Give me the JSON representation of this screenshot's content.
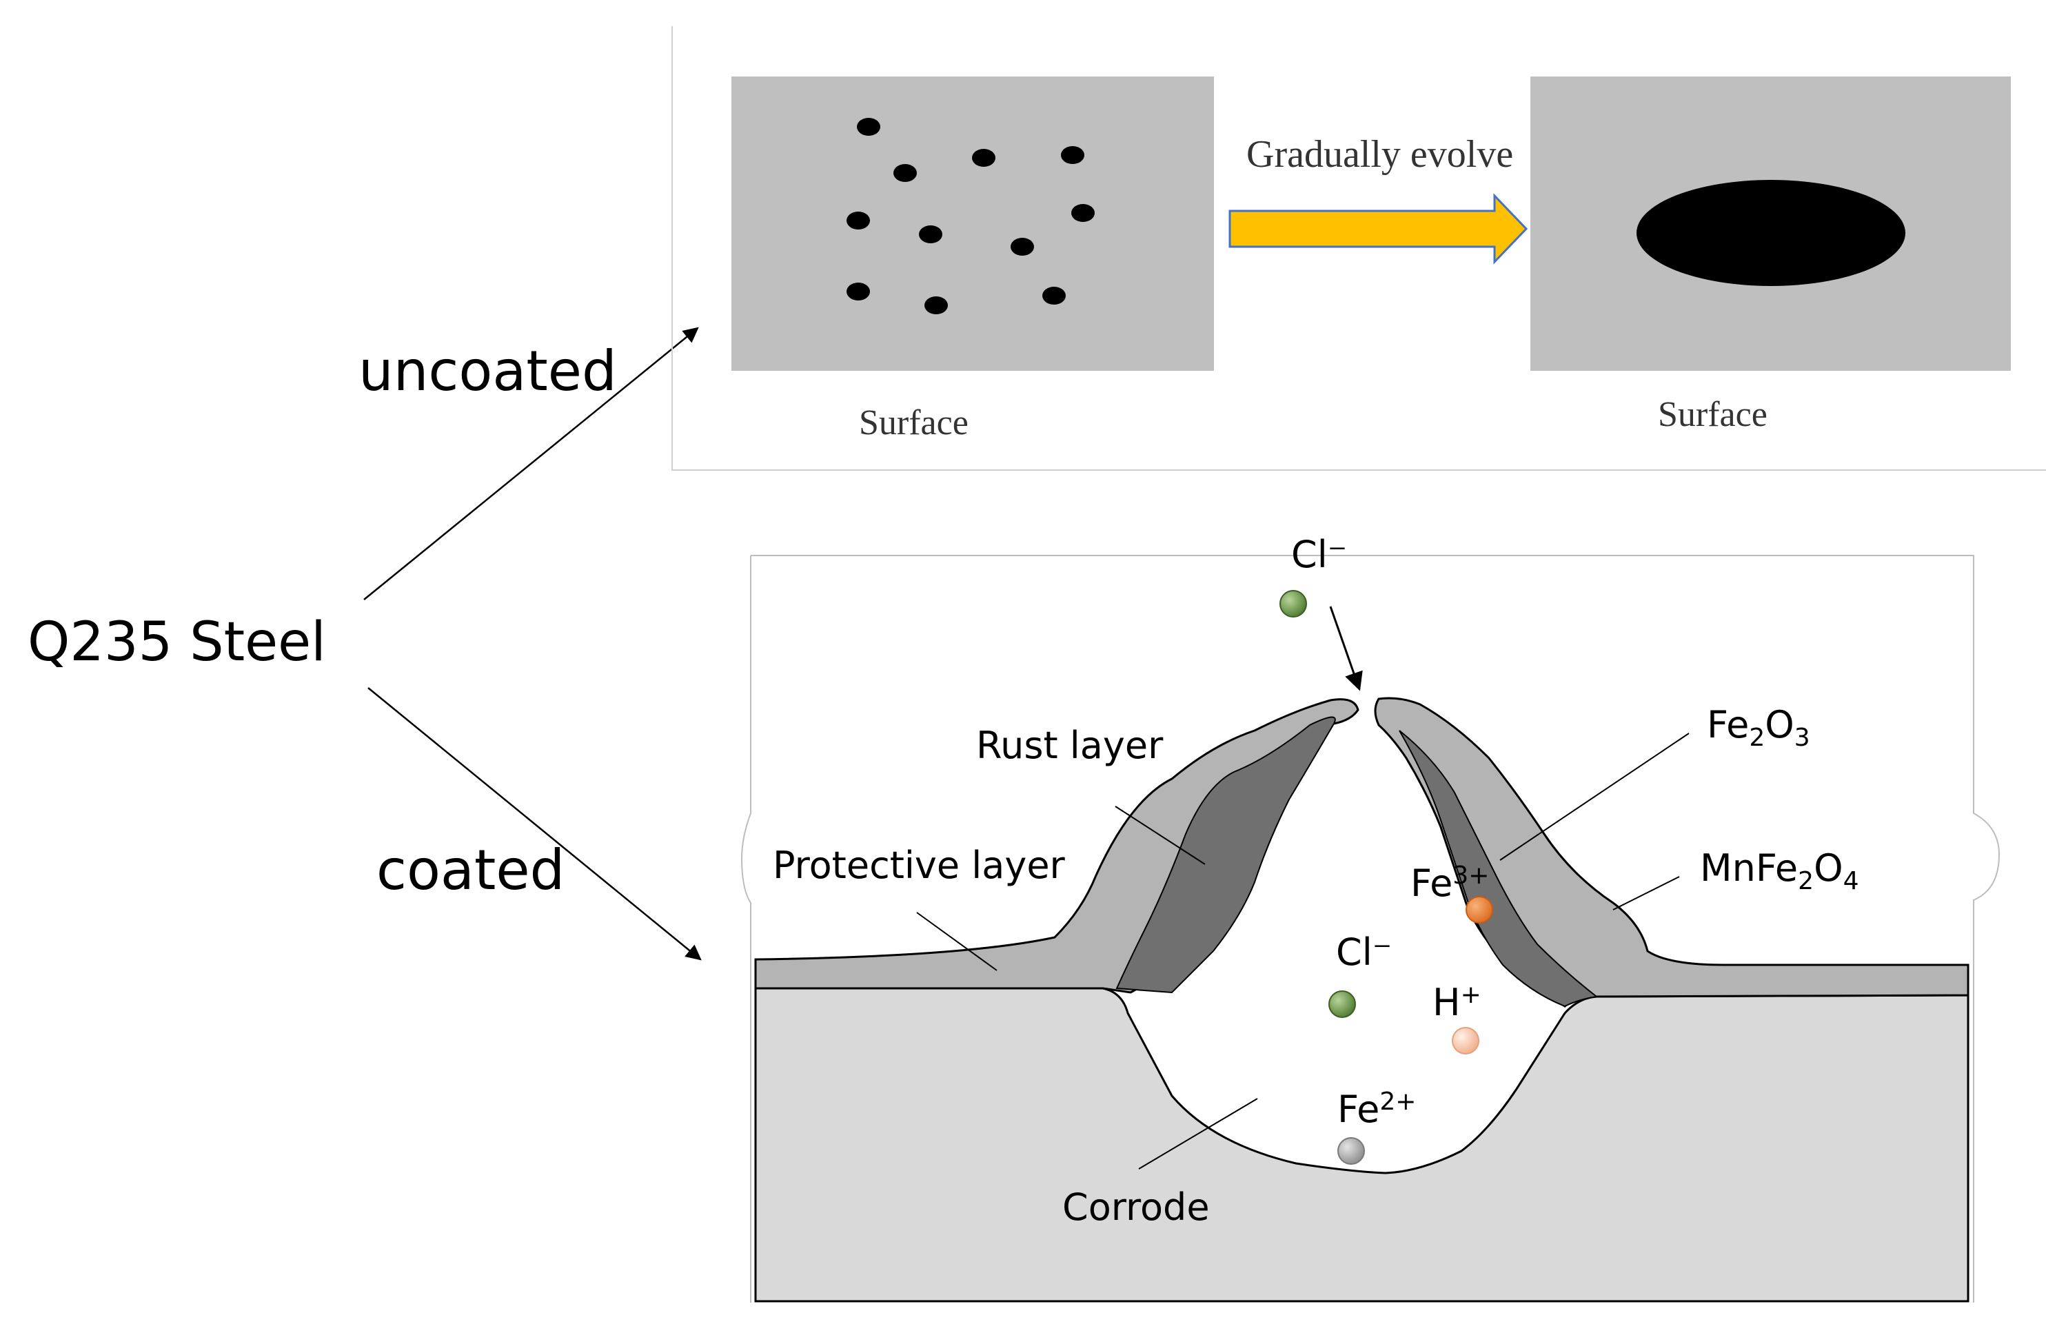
{
  "left": {
    "title": "Q235 Steel",
    "branch_top": "uncoated",
    "branch_bottom": "coated"
  },
  "uncoated_panel": {
    "left_caption": "Surface",
    "arrow_label": "Gradually evolve",
    "right_caption": "Surface"
  },
  "coated_panel": {
    "labels": {
      "cl_top": "Cl⁻",
      "rust_layer": "Rust layer",
      "protective_layer": "Protective layer",
      "fe2o3_base": "Fe",
      "fe2o3_sub1": "2",
      "fe2o3_o": "O",
      "fe2o3_sub2": "3",
      "mn": "MnFe",
      "mn_sub1": "2",
      "mn_o": "O",
      "mn_sub2": "4",
      "fe3_base": "Fe",
      "fe3_sup": "3+",
      "cl_mid": "Cl⁻",
      "h_base": "H",
      "h_sup": "+",
      "fe2_base": "Fe",
      "fe2_sup": "2+",
      "corrode": "Corrode"
    },
    "ion_colors": {
      "chloride": "#5f8f3e",
      "fe3": "#e8782f",
      "h": "#f2b89a",
      "fe2": "#a6a6a6"
    }
  },
  "colors": {
    "panel_gray": "#bfbfbf",
    "arrow_fill": "#ffc000",
    "arrow_stroke": "#4472c4",
    "substrate": "#d9d9d9",
    "rust_light": "#a6a6a6",
    "rust_dark": "#6f6f6f",
    "protective": "#b4b4b4"
  }
}
